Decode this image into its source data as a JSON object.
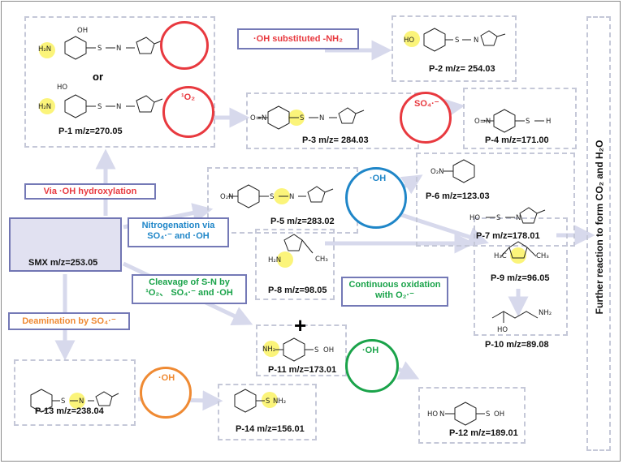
{
  "colors": {
    "red": "#e8393f",
    "blue": "#1f86c8",
    "green": "#1aa34a",
    "orange": "#ef8a33",
    "tag_border": "#7479b6",
    "arrow": "#d7d9ec",
    "highlight": "#fbf47a"
  },
  "center": {
    "label": "SMX m/z=253.05"
  },
  "or_text": "or",
  "pathways": {
    "hydroxylation": "Via ·OH hydroxylation",
    "oh_substituted": "·OH substituted -NH₂",
    "nitrogenation_1": "Nitrogenation via",
    "nitrogenation_2": "SO₄·⁻ and ·OH",
    "cleavage_1": "Cleavage of S-N by",
    "cleavage_2": "¹O₂、 SO₄·⁻ and ·OH",
    "continuous_1": "Continuous oxidation",
    "continuous_2": "with O₂·⁻",
    "deamination": "Deamination by SO₄·⁻"
  },
  "products": {
    "p1": "P-1 m/z=270.05",
    "p2": "P-2 m/z= 254.03",
    "p3": "P-3 m/z= 284.03",
    "p4": "P-4 m/z=171.00",
    "p5": "P-5 m/z=283.02",
    "p6": "P-6 m/z=123.03",
    "p7": "P-7 m/z=178.01",
    "p8": "P-8 m/z=98.05",
    "p9": "P-9 m/z=96.05",
    "p10": "P-10  m/z=89.08",
    "p11": "P-11 m/z=173.01",
    "p12": "P-12 m/z=189.01",
    "p13": "P-13  m/z=238.04",
    "p14": "P-14  m/z=156.01"
  },
  "reactive_species": {
    "singlet_oxygen": "¹O₂",
    "sulfate_radical": "SO₄·⁻",
    "hydroxyl_blue": "·OH",
    "hydroxyl_green": "·OH",
    "hydroxyl_orange": "·OH"
  },
  "final": "Further reaction to form CO₂ and H₂O"
}
